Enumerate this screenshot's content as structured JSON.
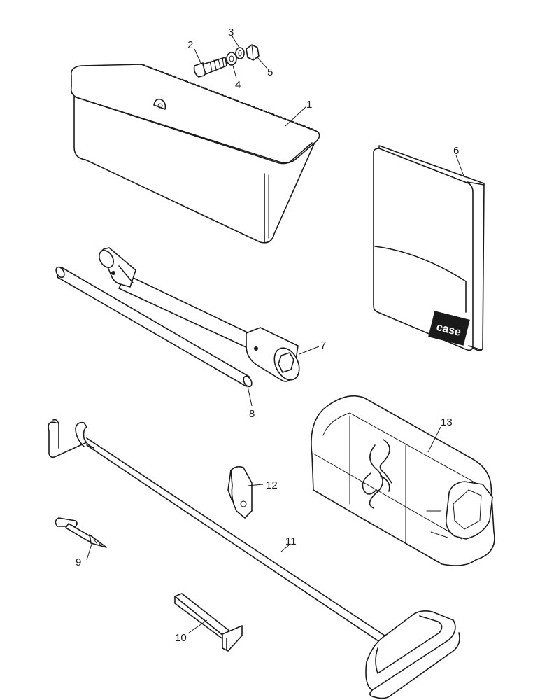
{
  "callouts": {
    "c1": "1",
    "c2": "2",
    "c3": "3",
    "c4": "4",
    "c5": "5",
    "c6": "6",
    "c7": "7",
    "c8": "8",
    "c9": "9",
    "c10": "10",
    "c11": "11",
    "c12": "12",
    "c13": "13"
  },
  "manual_cover": {
    "logo": "case"
  },
  "colors": {
    "line": "#1a1a1a",
    "background": "#ffffff"
  }
}
